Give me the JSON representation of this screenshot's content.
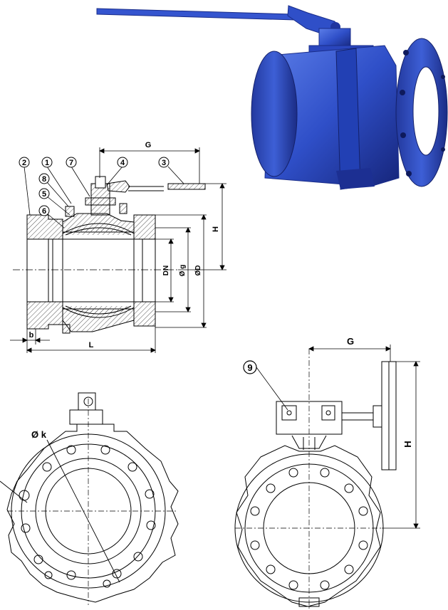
{
  "part_labels": [
    "1",
    "2",
    "3",
    "4",
    "5",
    "6",
    "7",
    "8",
    "9"
  ],
  "dimensions": {
    "g_top": "G",
    "h_top": "H",
    "dn": "DN",
    "g_dia": "Ø g",
    "d_dia": "ØD",
    "b": "b",
    "l": "L",
    "k_dia": "Ø k",
    "g_right": "G",
    "h_right": "H"
  },
  "colors": {
    "valve_blue": "#2f4fc8",
    "valve_dark": "#1a2d8a",
    "hatch": "#555555",
    "line": "#000000"
  }
}
